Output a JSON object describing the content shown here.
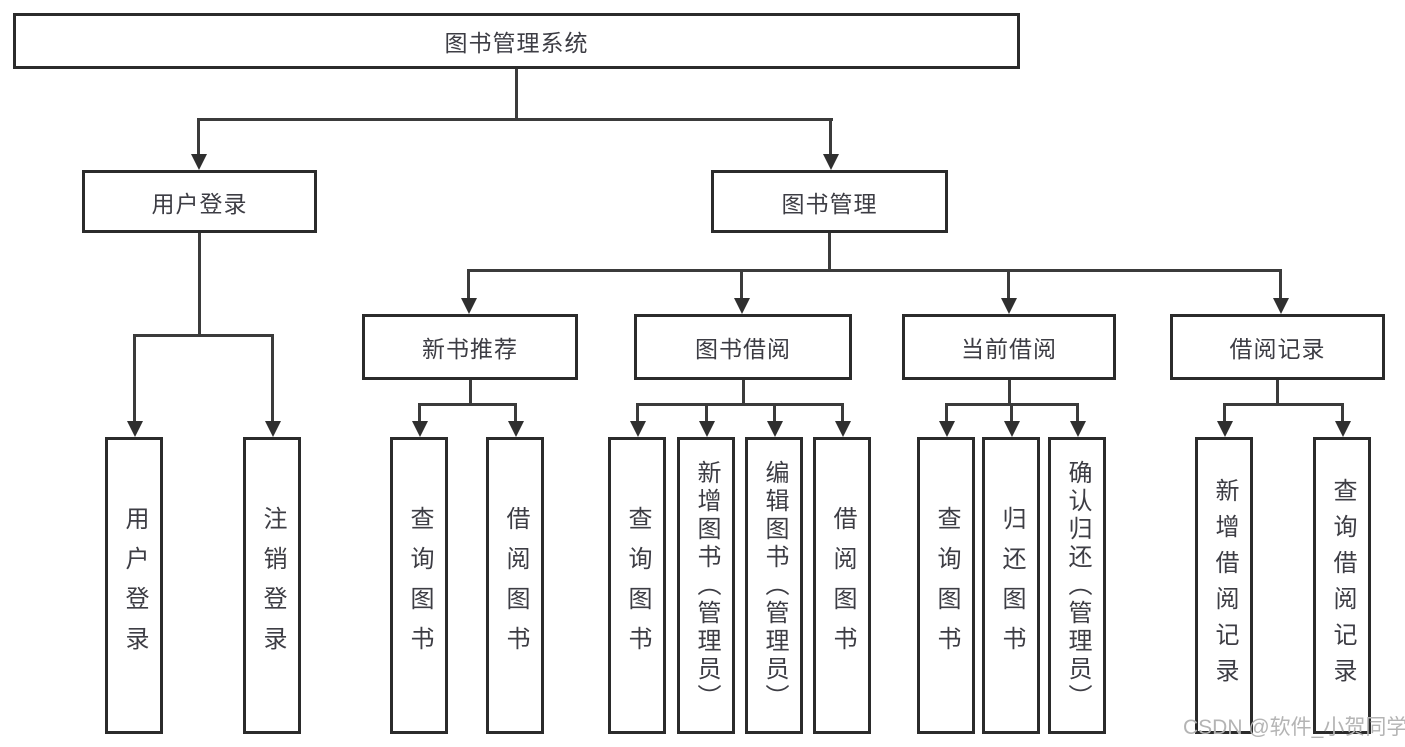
{
  "root": {
    "label": "图书管理系统"
  },
  "level2": {
    "user_login": {
      "label": "用户登录"
    },
    "book_mgmt": {
      "label": "图书管理"
    }
  },
  "level3": {
    "new_book": {
      "label": "新书推荐"
    },
    "book_borrow": {
      "label": "图书借阅"
    },
    "current_borrow": {
      "label": "当前借阅"
    },
    "borrow_records": {
      "label": "借阅记录"
    }
  },
  "leaves": {
    "user_login": [
      "用户登录",
      "注销登录"
    ],
    "new_book": [
      "查询图书",
      "借阅图书"
    ],
    "book_borrow": [
      "查询图书",
      "新增图书（管理员）",
      "编辑图书（管理员）",
      "借阅图书"
    ],
    "current_borrow": [
      "查询图书",
      "归还图书",
      "确认归还（管理员）"
    ],
    "borrow_records": [
      "新增借阅记录",
      "查询借阅记录"
    ]
  },
  "watermark": {
    "text": "CSDN @软件_小贺同学"
  },
  "colors": {
    "border": "#2b2b2b",
    "line": "#3b3b3b",
    "text": "#3d3d44",
    "watermark": "#b4b4b4",
    "background": "#ffffff"
  }
}
